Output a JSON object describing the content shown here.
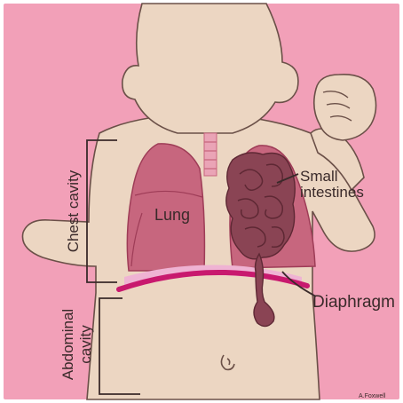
{
  "labels": {
    "chest_cavity": "Chest cavity",
    "abdominal_cavity_line1": "Abdominal",
    "abdominal_cavity_line2": "cavity",
    "lung": "Lung",
    "small_intestines_line1": "Small",
    "small_intestines_line2": "intestines",
    "diaphragm": "Diaphragm",
    "signature": "A.Foxwell"
  },
  "colors": {
    "background": "#f2a0b8",
    "skin": "#ecd6c2",
    "outline": "#6b5048",
    "lung": "#c7667e",
    "lung_dark": "#9e3c57",
    "trachea": "#eaa4b6",
    "intestine": "#8a4454",
    "intestine_dark": "#5e2834",
    "diaphragm": "#c8196e",
    "diaphragm_band": "#efb3d3",
    "bracket": "#3a2a2a"
  },
  "icons": [
    "baby-figure-illustration",
    "raised-fist-icon"
  ]
}
